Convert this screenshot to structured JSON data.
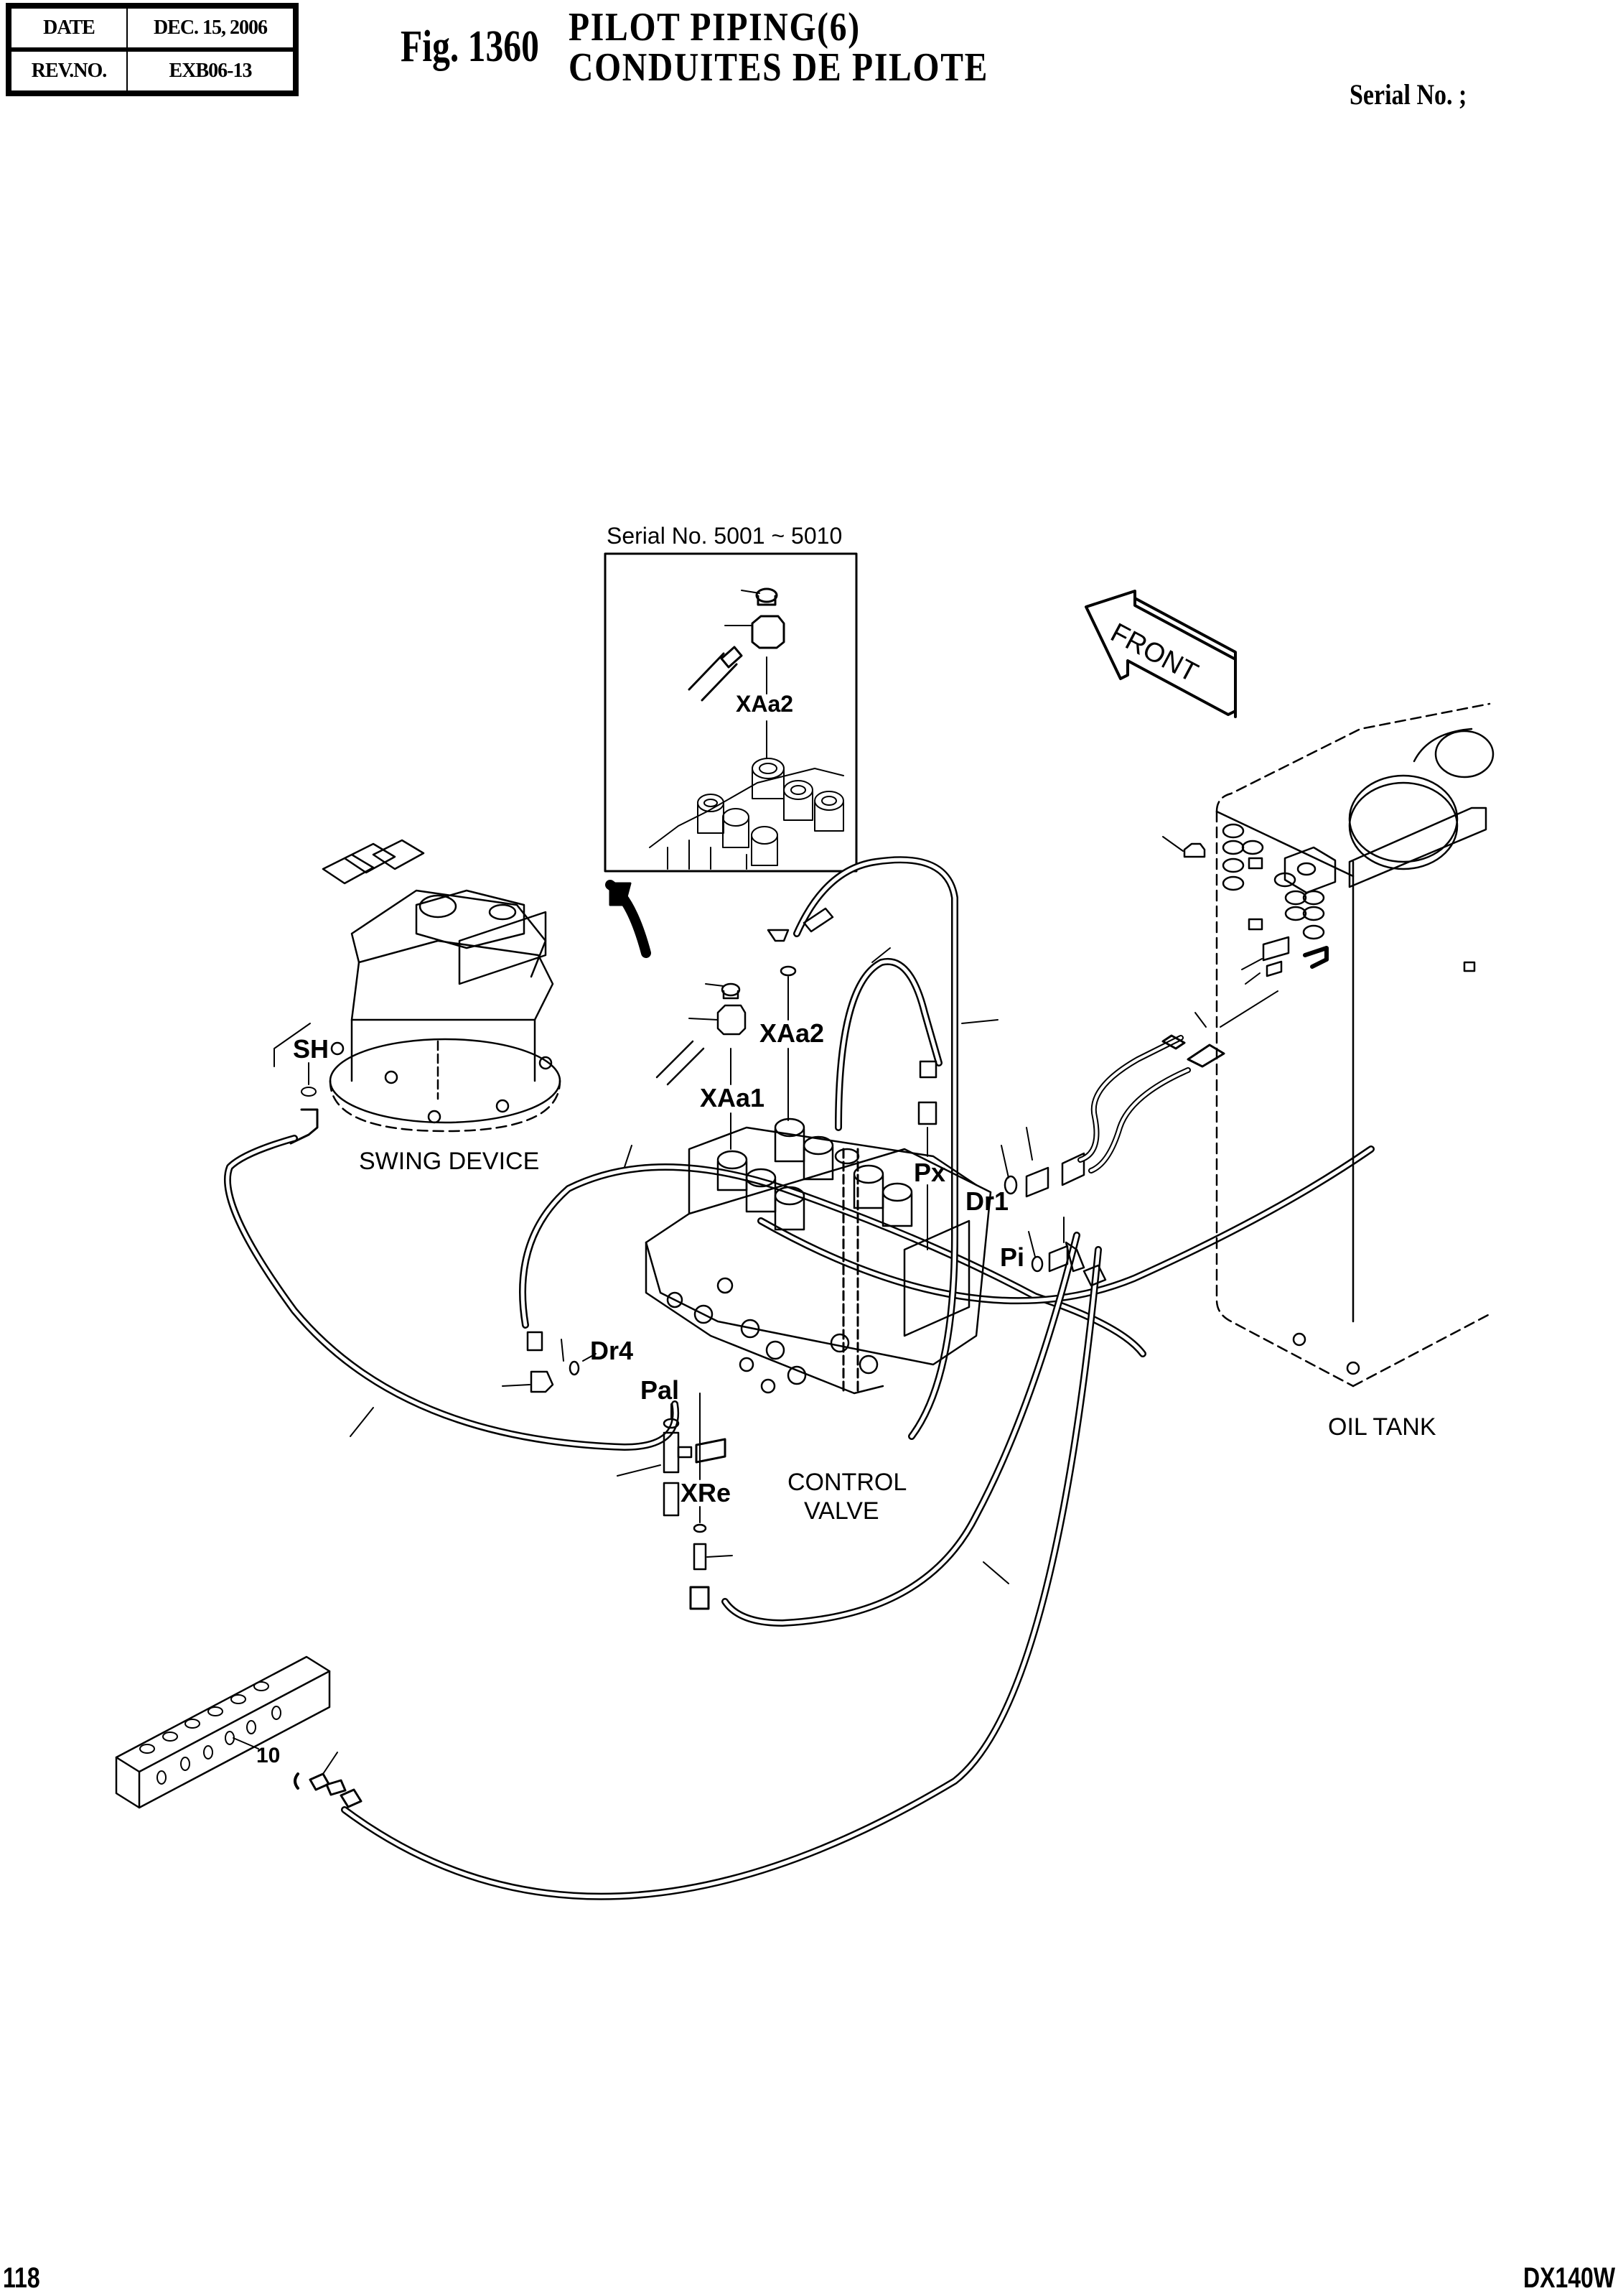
{
  "header": {
    "date_label": "DATE",
    "date_value": "DEC. 15, 2006",
    "rev_label": "REV.NO.",
    "rev_value": "EXB06-13",
    "figure_number": "Fig. 1360",
    "title_en": "PILOT PIPING(6)",
    "title_fr": "CONDUITES DE PILOTE",
    "serial_label": "Serial No. ;"
  },
  "inset": {
    "caption": "Serial No. 5001 ~ 5010",
    "port_label": "XAa2"
  },
  "direction_arrow": {
    "text": "FRONT"
  },
  "components": {
    "swing_device": "SWING DEVICE",
    "control_valve_line1": "CONTROL",
    "control_valve_line2": "VALVE",
    "oil_tank": "OIL TANK"
  },
  "ports": {
    "sh": "SH",
    "xaa1": "XAa1",
    "xaa2": "XAa2",
    "px": "Px",
    "dr1": "Dr1",
    "pi": "Pi",
    "dr4": "Dr4",
    "pal": "Pal",
    "xre": "XRe",
    "item_10": "10"
  },
  "footer": {
    "page_number": "118",
    "model": "DX140W"
  }
}
